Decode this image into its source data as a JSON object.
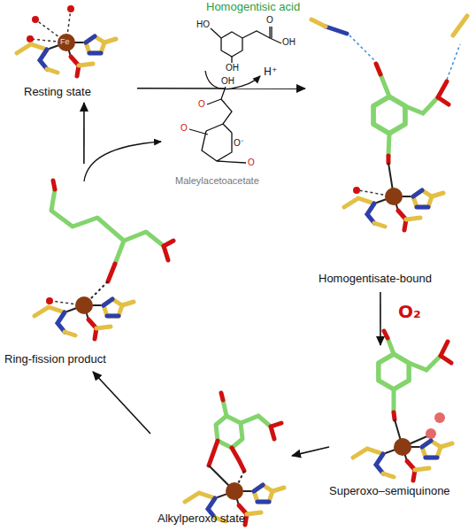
{
  "diagram": {
    "nodes": [
      {
        "text": [
          "Resting state"
        ]
      },
      {
        "text": [
          "Homogentisate-bound"
        ]
      },
      {
        "text": [
          "Superoxo–semiquinone"
        ]
      },
      {
        "text": [
          "Alkylperoxo state"
        ]
      },
      {
        "text": [
          "Ring-fission product"
        ]
      }
    ],
    "edges": [
      {
        "from": 0,
        "to": 1,
        "arrow": "to"
      },
      {
        "from": 1,
        "to": 2,
        "label": "O₂",
        "arrow": "to"
      },
      {
        "from": 2,
        "to": 3,
        "arrow": "to"
      },
      {
        "from": 3,
        "to": 4,
        "arrow": "to"
      },
      {
        "from": 4,
        "to": 0,
        "arrow": "to"
      }
    ],
    "labels": [
      "Fe",
      "Homogentisic acid",
      "HO",
      "O",
      "OH",
      "OH",
      "H⁺",
      "OH",
      "O",
      "O",
      "O⁻",
      "O",
      "Maleylacetoacetate"
    ]
  }
}
